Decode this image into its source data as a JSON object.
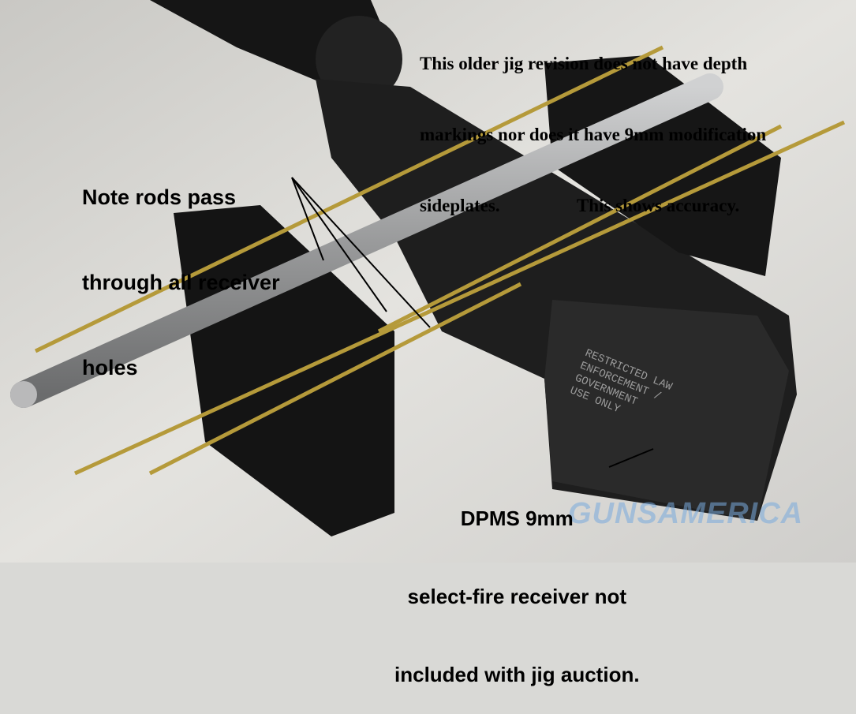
{
  "annotations": {
    "top_note_lines": [
      "This older jig revision does not have depth",
      "markings nor does it have 9mm modification",
      "sideplates.                 This shows accuracy."
    ],
    "rods_note_lines": [
      "Note rods pass",
      "through all receiver",
      "holes"
    ],
    "dpms_note_lines": [
      "DPMS 9mm",
      "select-fire receiver not",
      "included with jig auction."
    ]
  },
  "receiver_engraving": "RESTRICTED LAW\nENFORCEMENT /\nGOVERNMENT\nUSE ONLY",
  "watermark": "GUNSAMERICA",
  "colors": {
    "background_cloth": "#d9d9d6",
    "jig_black": "#1c1c1c",
    "brass_rod": "#b59a3a",
    "steel_pin": "#a8a9aa"
  }
}
